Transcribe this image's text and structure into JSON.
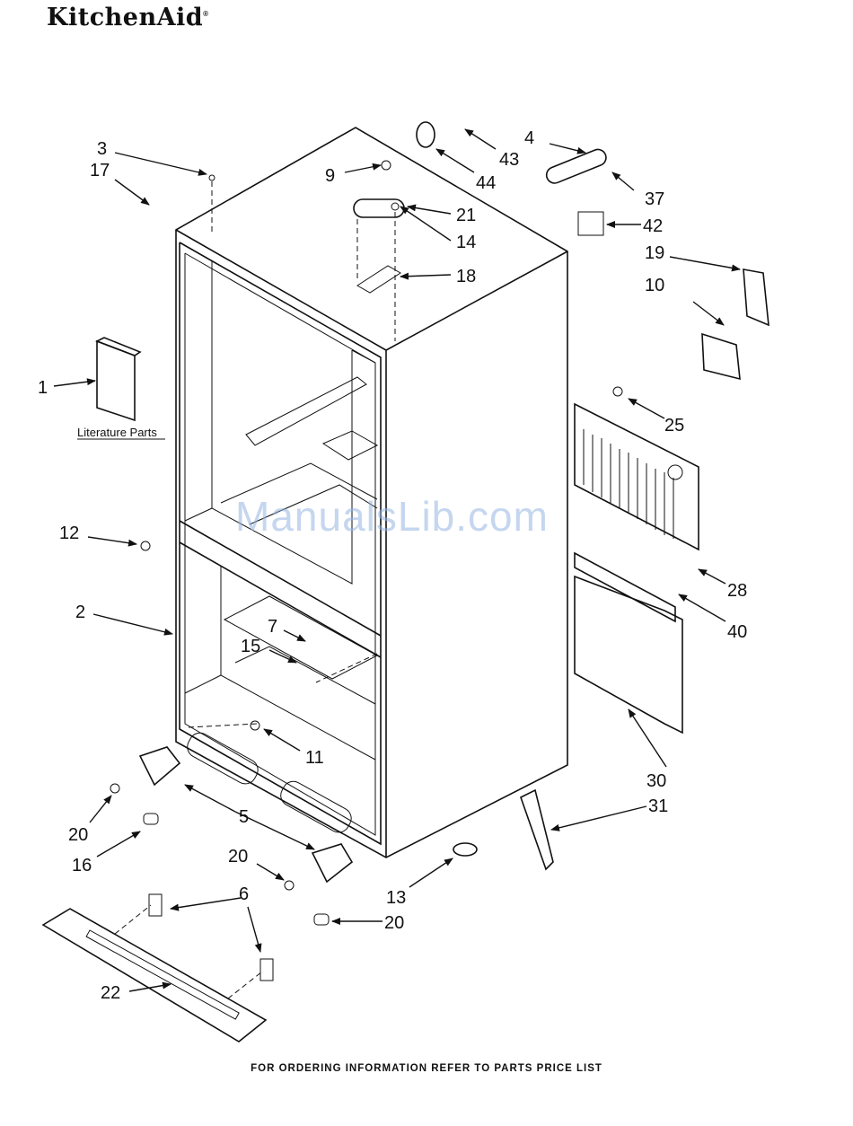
{
  "brand": {
    "name": "KitchenAid",
    "mark": "®"
  },
  "footer": "FOR ORDERING INFORMATION REFER TO PARTS PRICE LIST",
  "watermark": "ManualsLib.com",
  "literature_label": "Literature Parts",
  "callouts": {
    "c1": "1",
    "c2": "2",
    "c3": "3",
    "c4": "4",
    "c5": "5",
    "c6": "6",
    "c7": "7",
    "c9": "9",
    "c10": "10",
    "c11": "11",
    "c12": "12",
    "c13": "13",
    "c14": "14",
    "c15": "15",
    "c16": "16",
    "c17": "17",
    "c18": "18",
    "c19": "19",
    "c20a": "20",
    "c20b": "20",
    "c20c": "20",
    "c21": "21",
    "c22": "22",
    "c25": "25",
    "c28": "28",
    "c30": "30",
    "c31": "31",
    "c37": "37",
    "c40": "40",
    "c42": "42",
    "c43": "43",
    "c44": "44"
  }
}
